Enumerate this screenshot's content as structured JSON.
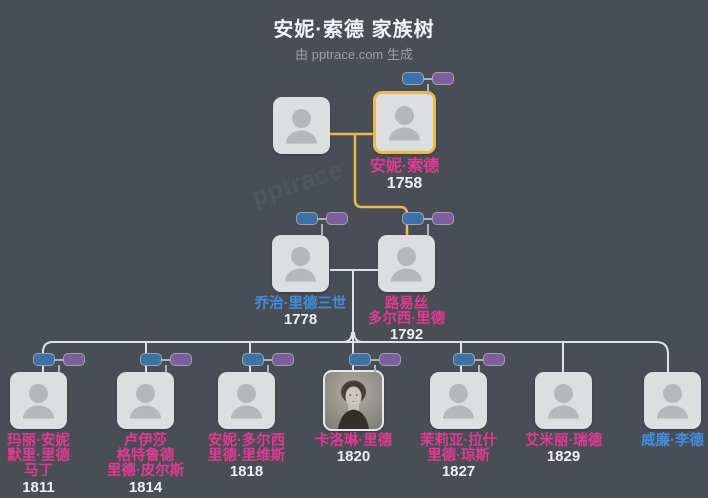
{
  "header": {
    "title": "安妮·索德 家族树",
    "subtitle": "由 pptrace.com 生成"
  },
  "watermark": "pptrace",
  "colors": {
    "background": "#484D56",
    "card": "#DDDEE0",
    "highlight_border": "#ECB94E",
    "highlight_connector": "#ECB94E",
    "connector": "#E0E3E6",
    "female_name": "#E23A92",
    "male_name": "#3F8EE0",
    "year_text": "#EEF0F2",
    "badge_father": "#3D72A8",
    "badge_mother": "#7D5F9E"
  },
  "tree": {
    "root": {
      "name": "安妮·索德",
      "birth_year": "1758",
      "gender": "female",
      "highlighted": true
    },
    "gen2": [
      {
        "name_lines": [
          "乔治·里德三世"
        ],
        "birth_year": "1778",
        "gender": "male"
      },
      {
        "name_lines": [
          "路易丝",
          "多尔西·里德"
        ],
        "birth_year": "1792",
        "gender": "female"
      }
    ],
    "children": [
      {
        "name_lines": [
          "玛丽·安妮",
          "默里·里德",
          "马丁"
        ],
        "birth_year": "1811",
        "gender": "female"
      },
      {
        "name_lines": [
          "卢伊莎",
          "格特鲁德",
          "里德·皮尔斯"
        ],
        "birth_year": "1814",
        "gender": "female"
      },
      {
        "name_lines": [
          "安妮·多尔西",
          "里德·里维斯"
        ],
        "birth_year": "1818",
        "gender": "female"
      },
      {
        "name_lines": [
          "卡洛琳·里德"
        ],
        "birth_year": "1820",
        "gender": "female",
        "has_photo": true
      },
      {
        "name_lines": [
          "茉莉亚·拉什",
          "里德·琼斯"
        ],
        "birth_year": "1827",
        "gender": "female"
      },
      {
        "name_lines": [
          "艾米丽·瑞德"
        ],
        "birth_year": "1829",
        "gender": "female"
      },
      {
        "name_lines": [
          "威廉·李德"
        ],
        "birth_year": "",
        "gender": "male"
      }
    ]
  }
}
